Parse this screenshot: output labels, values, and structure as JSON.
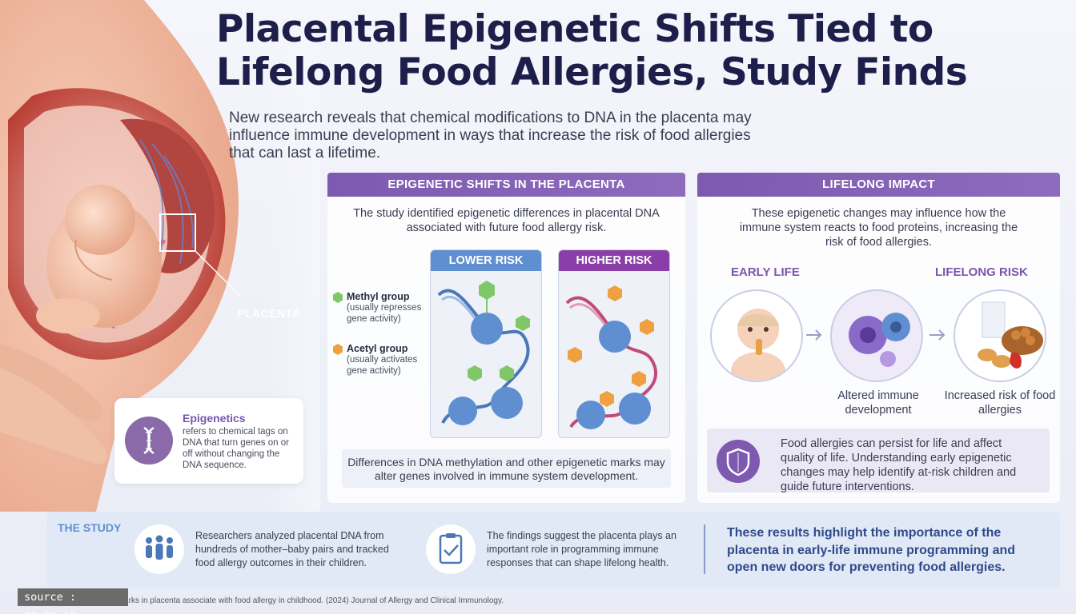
{
  "title": "Placental Epigenetic Shifts Tied to Lifelong Food Allergies, Study Finds",
  "subtitle": "New research reveals that chemical modifications to DNA in the placenta may influence immune development in ways that increase the risk of food allergies that can last a lifetime.",
  "placenta_label": "PLACENTA",
  "epigenetics_box": {
    "title": "Epigenetics",
    "text": "refers to chemical tags on DNA that turn genes on or off without changing the DNA sequence."
  },
  "shifts_panel": {
    "header": "EPIGENETIC SHIFTS IN THE PLACENTA",
    "intro": "The study identified epigenetic differences in placental DNA associated with future food allergy risk.",
    "lower_risk": "LOWER RISK",
    "higher_risk": "HIGHER RISK",
    "methyl_title": "Methyl group",
    "methyl_desc": "(usually represses gene activity)",
    "acetyl_title": "Acetyl group",
    "acetyl_desc": "(usually activates gene activity)",
    "footer": "Differences in DNA methylation and other epigenetic marks may alter genes involved in immune system development."
  },
  "impact_panel": {
    "header": "LIFELONG IMPACT",
    "intro": "These epigenetic changes may influence how the immune system reacts to food proteins, increasing the risk of food allergies.",
    "early_life": "EARLY LIFE",
    "lifelong_risk": "LIFELONG RISK",
    "caption_immune": "Altered immune development",
    "caption_risk": "Increased risk of food allergies",
    "note": "Food allergies can persist for life and affect quality of life. Understanding early epigenetic changes may help identify at-risk children and guide future interventions."
  },
  "study": {
    "label": "THE STUDY",
    "col1": "Researchers analyzed placental DNA from hundreds of mother–baby pairs and tracked food allergy outcomes in their children.",
    "col2": "The findings suggest the placenta plays an important role in programming immune responses that can shape lifelong health.",
    "highlight": "These results highlight the importance of the placenta in early-life immune programming and open new doors for preventing food allergies."
  },
  "source": "source : nowzo.in",
  "citation": "Source: Epigenetic marks in placenta associate with food allergy in childhood. (2024)  Journal of Allergy and Clinical Immunology.",
  "colors": {
    "navy": "#1d1f4a",
    "purple": "#7d5ab0",
    "lower_risk": "#5f8fd0",
    "higher_risk": "#8a3fa8",
    "methyl": "#7fc86a",
    "acetyl": "#f0a040",
    "highlight_text": "#2e4a8a"
  }
}
